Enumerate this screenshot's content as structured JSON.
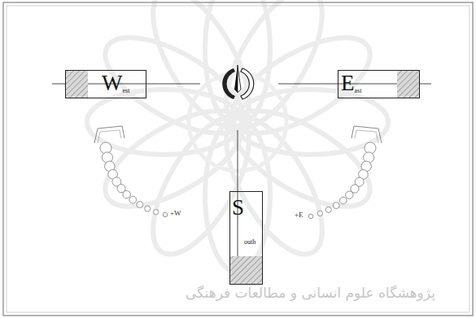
{
  "diagram": {
    "nodes": [
      {
        "text": [
          "W",
          "est"
        ]
      },
      {
        "text": [
          "E",
          "ast"
        ]
      },
      {
        "text": [
          "S",
          "outh"
        ]
      }
    ],
    "labels": [
      "+W",
      "+E",
      "پژوهشگاه علوم انسانی و مطالعات فرهنگی"
    ]
  }
}
